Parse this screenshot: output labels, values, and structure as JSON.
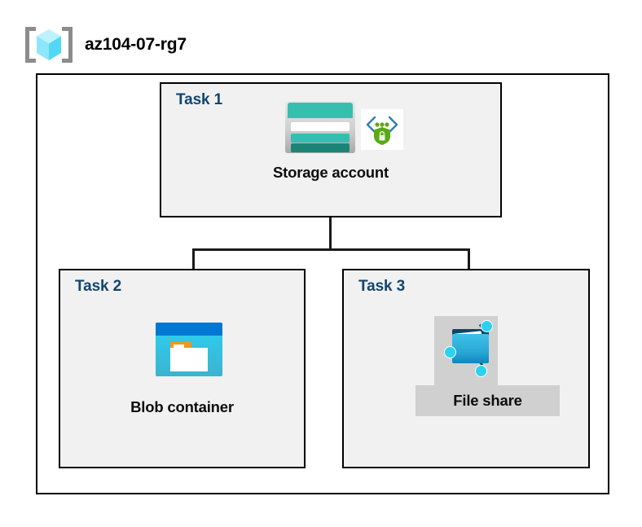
{
  "resource_group": {
    "name": "az104-07-rg7",
    "icon": "resource-group-cube-icon"
  },
  "tasks": [
    {
      "id": "task-1",
      "label": "Task 1",
      "node_label": "Storage account",
      "icons": [
        "storage-account-icon",
        "private-endpoint-icon"
      ]
    },
    {
      "id": "task-2",
      "label": "Task 2",
      "node_label": "Blob container",
      "icons": [
        "blob-container-icon"
      ]
    },
    {
      "id": "task-3",
      "label": "Task 3",
      "node_label": "File share",
      "icons": [
        "file-share-icon"
      ],
      "selected": true
    }
  ],
  "colors": {
    "task_label": "#12456f",
    "box_border": "#000000",
    "box_fill": "#f1f1f1",
    "canvas": "#ffffff",
    "selection_plate": "#d0d0d0",
    "storage_teal": "#36bfaf",
    "storage_teal_dark": "#1c8476",
    "blob_blue": "#0078d4",
    "blob_cyan": "#2ad2f0",
    "blob_orange": "#f7941e",
    "fileshare_node": "#2ad2f0",
    "fileshare_navy": "#13436e",
    "endpoint_green": "#5aa917",
    "endpoint_blue": "#2e7dba",
    "rg_bracket_gray": "#8c8c8c",
    "rg_cube_cyan": "#7fe3f7"
  },
  "connectors": [
    {
      "name": "storage-to-split",
      "from": "task-1",
      "to": "split-bus"
    },
    {
      "name": "split-to-blob",
      "from": "split-bus",
      "to": "task-2"
    },
    {
      "name": "split-to-fileshare",
      "from": "split-bus",
      "to": "task-3"
    }
  ]
}
